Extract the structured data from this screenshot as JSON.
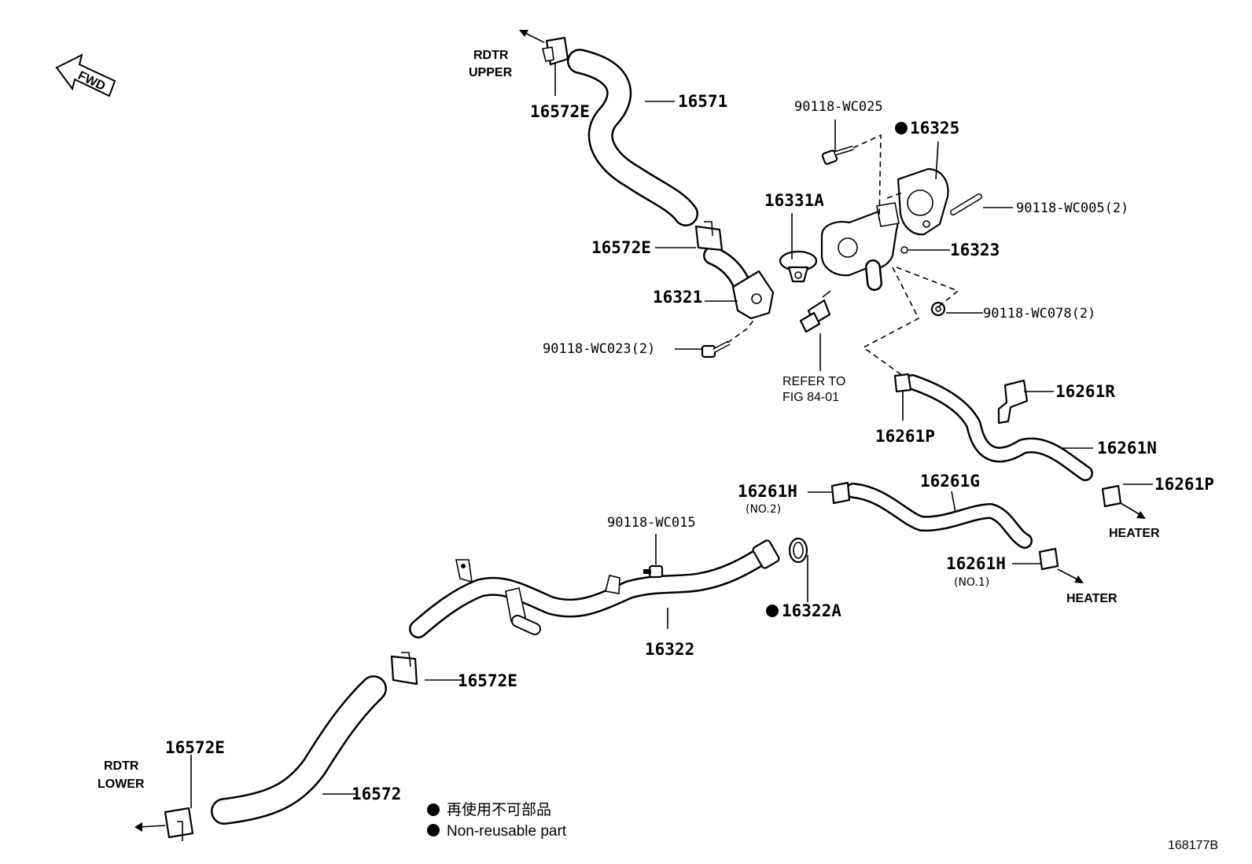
{
  "diagram": {
    "direction_tag": "FWD",
    "part_labels": {
      "p16571": "16571",
      "p16572e_top": "16572E",
      "p16572e_mid": "16572E",
      "p16572e_low": "16572E",
      "p16572e_bottom": "16572E",
      "p16572": "16572",
      "p16321": "16321",
      "p16322": "16322",
      "p16322a": "16322A",
      "p16323": "16323",
      "p16325": "16325",
      "p16331a": "16331A",
      "p16261r": "16261R",
      "p16261n": "16261N",
      "p16261p_left": "16261P",
      "p16261p_right": "16261P",
      "p16261g": "16261G",
      "p16261h_no2": "16261H",
      "p16261h_no1": "16261H",
      "bolt_wc025": "90118-WC025",
      "bolt_wc005": "90118-WC005(2)",
      "bolt_wc078": "90118-WC078(2)",
      "bolt_wc023": "90118-WC023(2)",
      "bolt_wc015": "90118-WC015"
    },
    "sub_labels": {
      "no2": "(NO.2)",
      "no1": "(NO.1)"
    },
    "captions": {
      "rdtr_upper_1": "RDTR",
      "rdtr_upper_2": "UPPER",
      "rdtr_lower_1": "RDTR",
      "rdtr_lower_2": "LOWER",
      "heater_1": "HEATER",
      "heater_2": "HEATER",
      "refer_1": "REFER TO",
      "refer_2": "FIG 84-01"
    },
    "legend": {
      "line_jp": "再使用不可部品",
      "line_en": "Non-reusable part"
    },
    "figure_id": "168177B",
    "non_reusable_parts": [
      "16325",
      "16322A"
    ]
  }
}
